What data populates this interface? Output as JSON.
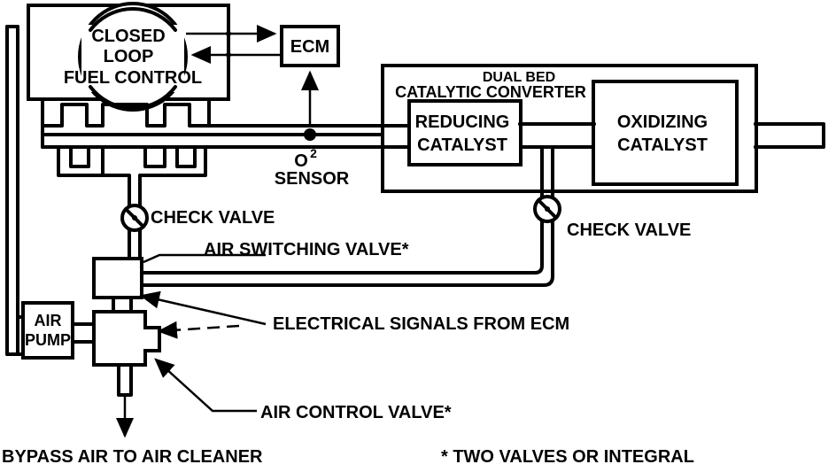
{
  "diagram": {
    "engine": {
      "line1": "CLOSED",
      "line2": "LOOP",
      "line3": "FUEL CONTROL"
    },
    "ecm": "ECM",
    "sensor": {
      "line1": "O",
      "superscript": "2",
      "line2": "SENSOR"
    },
    "converter": {
      "title1": "DUAL BED",
      "title2": "CATALYTIC CONVERTER",
      "reducing1": "REDUCING",
      "reducing2": "CATALYST",
      "oxidizing1": "OXIDIZING",
      "oxidizing2": "CATALYST"
    },
    "check_valve_left": "CHECK VALVE",
    "check_valve_right": "CHECK VALVE",
    "air_switching_valve": "AIR SWITCHING VALVE*",
    "electrical_signals": "ELECTRICAL SIGNALS FROM ECM",
    "air_pump": {
      "line1": "AIR",
      "line2": "PUMP"
    },
    "air_control_valve": "AIR CONTROL VALVE*",
    "bypass": "BYPASS AIR TO AIR CLEANER",
    "footnote": "* TWO VALVES OR INTEGRAL",
    "colors": {
      "ink": "#000000",
      "background": "#ffffff"
    }
  }
}
